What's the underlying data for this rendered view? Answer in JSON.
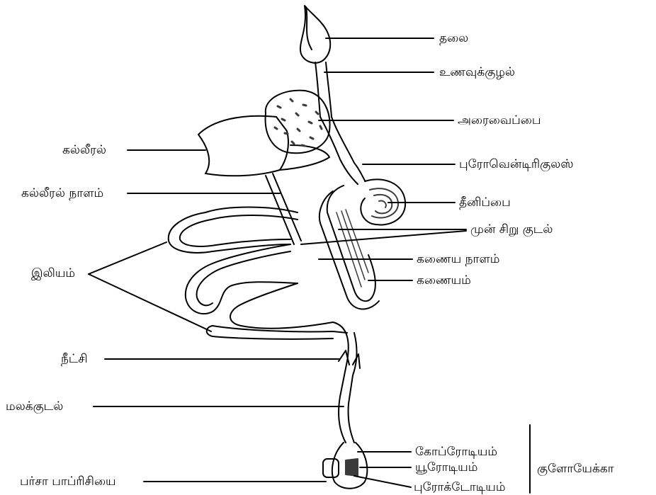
{
  "labels": {
    "head": "தலை",
    "gullet": "உணவுக்குழல்",
    "gizzard": "அரைவைப்பை",
    "liver": "கல்லீரல்",
    "proventriculus": "புரோவென்டிரிகுலஸ்",
    "bile_duct": "கல்லீரல் நாளம்",
    "crop": "தீனிப்பை",
    "duodenum": "முன் சிறு குடல்",
    "ileum": "இலியம்",
    "pancreatic_duct": "கணைய நாளம்",
    "pancreas": "கணையம்",
    "caecum": "நீட்சி",
    "rectum": "மலக்குடல்",
    "coprodeum": "கோப்ரோடியம்",
    "urodeum": "யூரோடியம்",
    "bursa": "பர்சா பாப்ரிசியை",
    "proctodeum": "புரோக்டோடியம்",
    "cloaca": "குளோயேக்கா"
  },
  "colors": {
    "ink": "#000000",
    "organ_fill": "#ffffff",
    "shade": "#3a3a3a"
  }
}
